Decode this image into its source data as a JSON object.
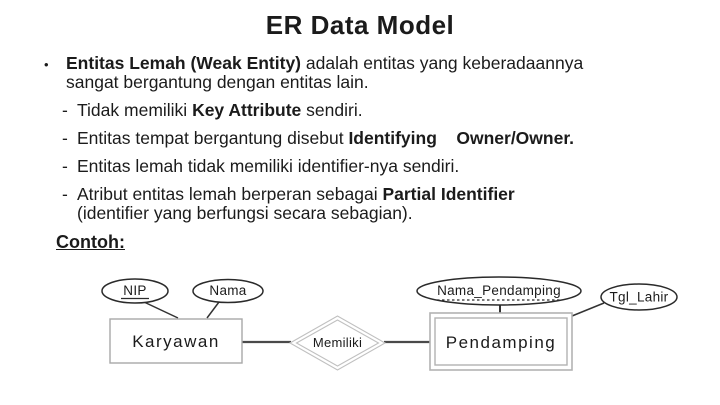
{
  "slide": {
    "title": "ER Data Model",
    "bullet_char": "•",
    "dash_char": "-",
    "bullet": {
      "segments": [
        {
          "t": "Entitas Lemah (Weak Entity) ",
          "b": true
        },
        {
          "t": "adalah entitas yang keberadaannya",
          "b": false
        },
        {
          "br": true
        },
        {
          "t": "sangat bergantung dengan entitas lain.",
          "b": false
        }
      ]
    },
    "sub_items": [
      {
        "segments": [
          {
            "t": "Tidak memiliki ",
            "b": false
          },
          {
            "t": "Key Attribute",
            "b": true
          },
          {
            "t": " sendiri.",
            "b": false
          }
        ]
      },
      {
        "segments": [
          {
            "t": "Entitas tempat bergantung disebut ",
            "b": false
          },
          {
            "t": "Identifying",
            "b": true
          },
          {
            "t": "    ",
            "b": false
          },
          {
            "t": "Owner/Owner.",
            "b": true
          }
        ]
      },
      {
        "segments": [
          {
            "t": "Entitas lemah tidak memiliki identifier-nya sendiri.",
            "b": false
          }
        ]
      },
      {
        "segments": [
          {
            "t": "Atribut entitas lemah berperan sebagai ",
            "b": false
          },
          {
            "t": "Partial Identifier",
            "b": true
          },
          {
            "br": true
          },
          {
            "t": "(identifier yang berfungsi secara sebagian).",
            "b": false
          }
        ]
      }
    ],
    "contoh_label": "Contoh:"
  },
  "diagram": {
    "attr_nip": "NIP",
    "attr_nama": "Nama",
    "attr_nama_pendamping": "Nama_Pendamping",
    "attr_tgl_lahir": "Tgl_Lahir",
    "entity_karyawan": "Karyawan",
    "relationship_memiliki": "Memiliki",
    "entity_pendamping": "Pendamping"
  },
  "colors": {
    "background": "#ffffff",
    "text": "#1b1b1b",
    "entity_border": "#a8a8a8",
    "weak_entity_border": "#b2b2b2",
    "relationship_border": "#c0c0c0",
    "attribute_border": "#2a2a2a",
    "connector_strong": "#4a4a4a",
    "connector_thin": "#333333"
  }
}
